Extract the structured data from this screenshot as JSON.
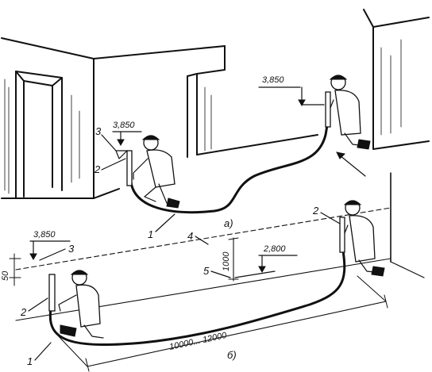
{
  "figure": {
    "subfig_a": "а)",
    "subfig_b": "б)",
    "levels": {
      "mark_level": "3,850",
      "floor_offset": "2,800",
      "height_1000": "1000",
      "height_50": "50",
      "length_range": "10000... 12000"
    },
    "callouts": {
      "hose": "1",
      "vessel": "2",
      "mark": "3",
      "line": "4",
      "ref": "5"
    }
  }
}
